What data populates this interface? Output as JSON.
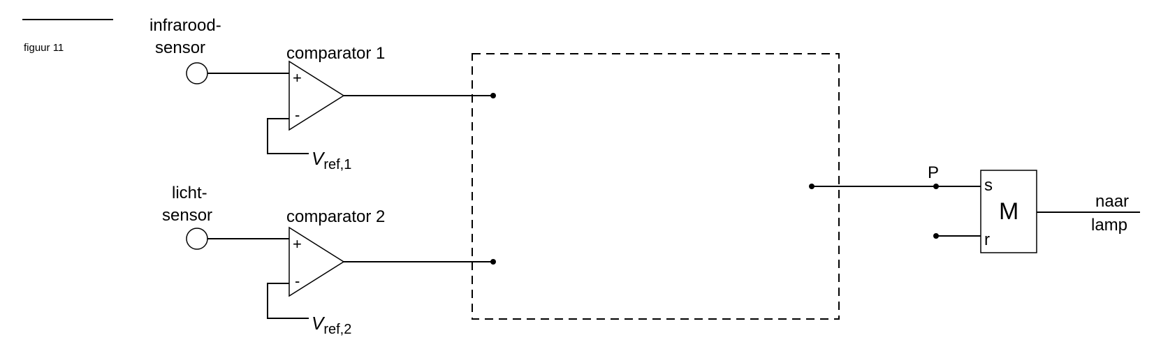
{
  "figure": {
    "label": "figuur 11"
  },
  "sensors": [
    {
      "line1": "infrarood-",
      "line2": "sensor"
    },
    {
      "line1": "licht-",
      "line2": "sensor"
    }
  ],
  "comparators": [
    {
      "title": "comparator 1",
      "plus": "+",
      "minus": "-",
      "vref_symbol": "V",
      "vref_subscript": "ref,1"
    },
    {
      "title": "comparator 2",
      "plus": "+",
      "minus": "-",
      "vref_symbol": "V",
      "vref_subscript": "ref,2"
    }
  ],
  "memory_cell": {
    "name": "M",
    "set_input": "s",
    "reset_input": "r",
    "input_point": "P"
  },
  "output": {
    "top": "naar",
    "bottom": "lamp"
  }
}
